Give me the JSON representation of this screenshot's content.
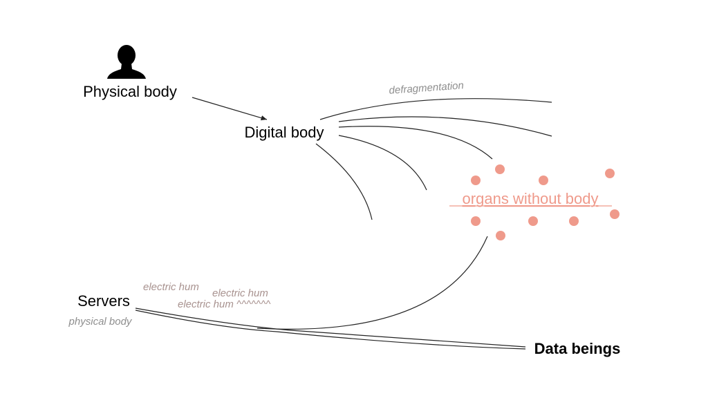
{
  "nodes": {
    "physical_body": "Physical body",
    "digital_body": "Digital body",
    "organs": "organs without body",
    "servers": "Servers",
    "data_beings": "Data beings"
  },
  "annotations": {
    "defragmentation": "defragmentation",
    "servers_physical": "physical body",
    "hum1": "electric hum",
    "hum2": "electric hum",
    "hum3": "electric hum ^^^^^^^"
  },
  "colors": {
    "organs": "#ef9a8b",
    "hum": "#a8928f",
    "annotation": "#8e8e8e"
  },
  "icons": [
    "person-silhouette-icon"
  ]
}
